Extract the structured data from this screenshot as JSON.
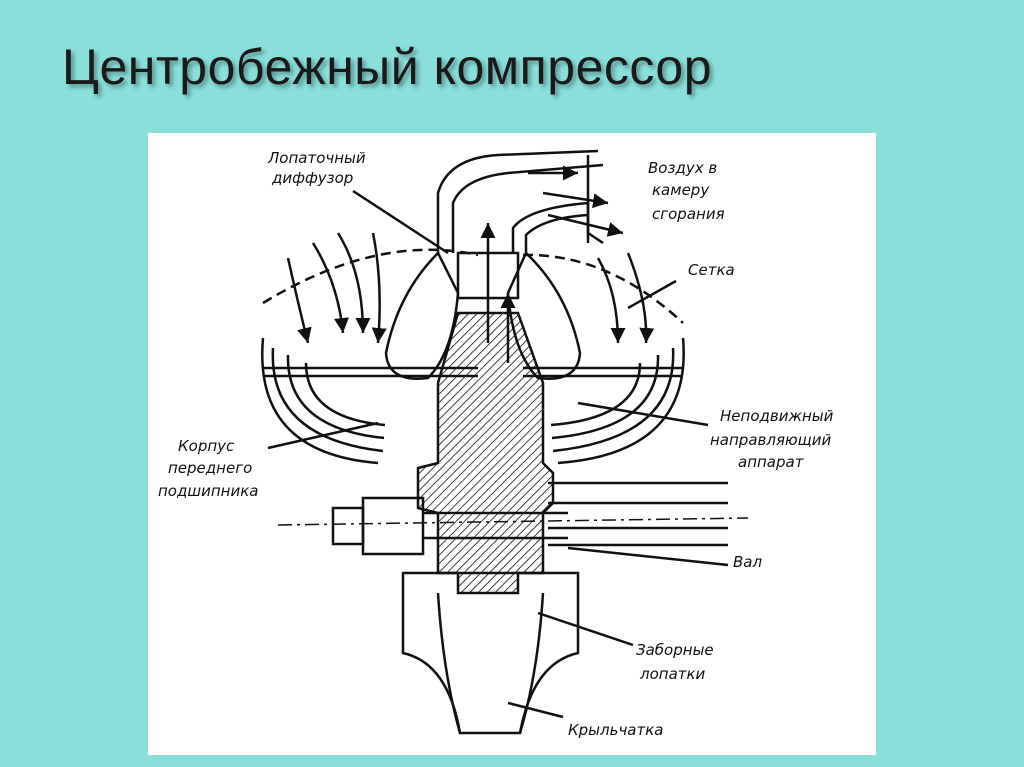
{
  "slide": {
    "title": "Центробежный компрессор"
  },
  "labels": {
    "blade_diffuser_1": "Лопаточный",
    "blade_diffuser_2": "диффузор",
    "air_1": "Воздух в",
    "air_2": "камеру",
    "air_3": "сгорания",
    "grid": "Сетка",
    "fixed_1": "Неподвижный",
    "fixed_2": "направляющий",
    "fixed_3": "аппарат",
    "housing_1": "Корпус",
    "housing_2": "переднего",
    "housing_3": "подшипника",
    "shaft": "Вал",
    "intake_1": "Заборные",
    "intake_2": "лопатки",
    "impeller": "Крыльчатка"
  },
  "colors": {
    "background": "#8adfdb",
    "panel": "#ffffff",
    "ink": "#111111"
  }
}
